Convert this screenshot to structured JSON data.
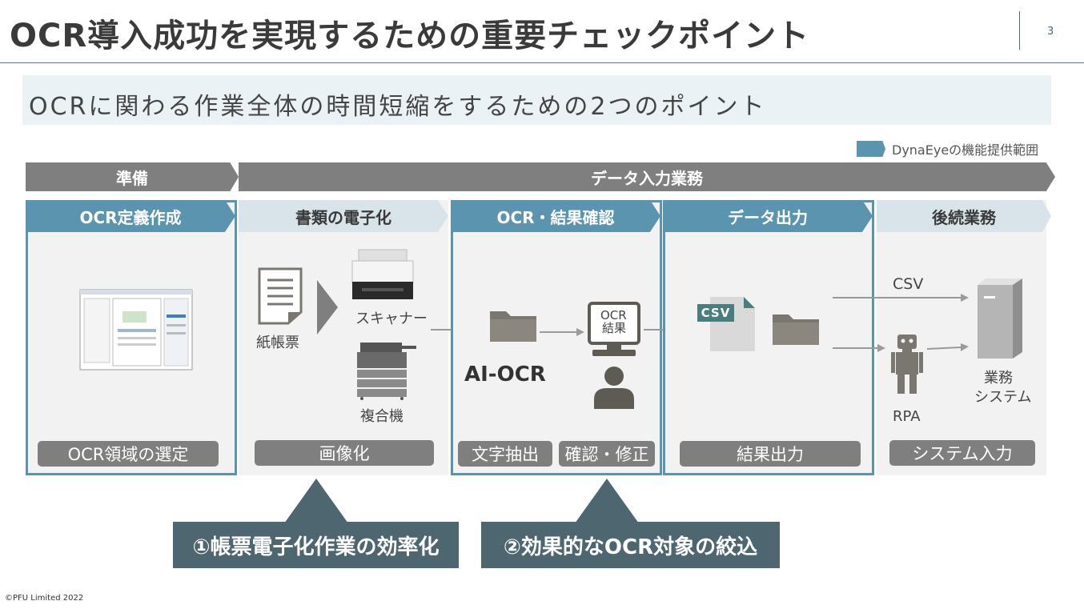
{
  "title": "OCR導入成功を実現するための重要チェックポイント",
  "page_number": "3",
  "subtitle": "OCRに関わる作業全体の時間短縮をするための2つのポイント",
  "legend": {
    "label": "DynaEyeの機能提供範囲",
    "color": "#5b94ae"
  },
  "bands": {
    "prep": "準備",
    "data_entry": "データ入力業務"
  },
  "columns": [
    {
      "header": "OCR定義作成",
      "task": "OCR領域の選定"
    },
    {
      "header": "書類の電子化",
      "task": "画像化"
    },
    {
      "header": "OCR・結果確認",
      "tasks": [
        "文字抽出",
        "確認・修正"
      ]
    },
    {
      "header": "データ出力",
      "task": "結果出力"
    },
    {
      "header": "後続業務",
      "task": "システム入力"
    }
  ],
  "diagram_labels": {
    "paper_form": "紙帳票",
    "scanner": "スキャナー",
    "mfp": "複合機",
    "ai_ocr": "AI-OCR",
    "ocr_result_line1": "OCR",
    "ocr_result_line2": "結果",
    "csv_badge": "CSV",
    "csv_flow": "CSV",
    "rpa": "RPA",
    "system_line1": "業務",
    "system_line2": "システム"
  },
  "callouts": [
    "①帳票電子化作業の効率化",
    "②効果的なOCR対象の絞込"
  ],
  "footer": "©PFU Limited 2022",
  "colors": {
    "accent": "#5b94ae",
    "band": "#7f7f7f",
    "callout": "#4d6670",
    "icon": "#7a7770"
  }
}
